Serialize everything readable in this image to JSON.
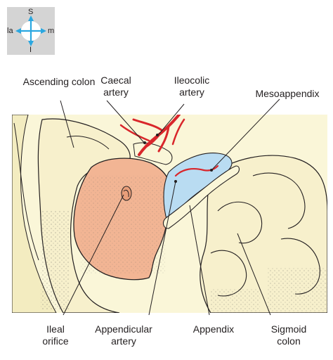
{
  "orientation": {
    "superior": "S",
    "inferior": "I",
    "lateral": "la",
    "medial": "m",
    "box_color": "#d4d4d4",
    "arrow_color": "#2aa7e0"
  },
  "labels": {
    "ascending_colon": "Ascending colon",
    "caecal_artery": "Caecal artery",
    "ileocolic_artery": "Ileocolic artery",
    "mesoappendix": "Mesoappendix",
    "ileal_orifice": "Ileal orifice",
    "appendicular_artery": "Appendicular artery",
    "appendix": "Appendix",
    "sigmoid_colon": "Sigmoid colon"
  },
  "colors": {
    "tissue": "#faf6d8",
    "caecum_interior": "#f2b594",
    "mesoappendix": "#b9dcf2",
    "artery": "#d9262b"
  }
}
